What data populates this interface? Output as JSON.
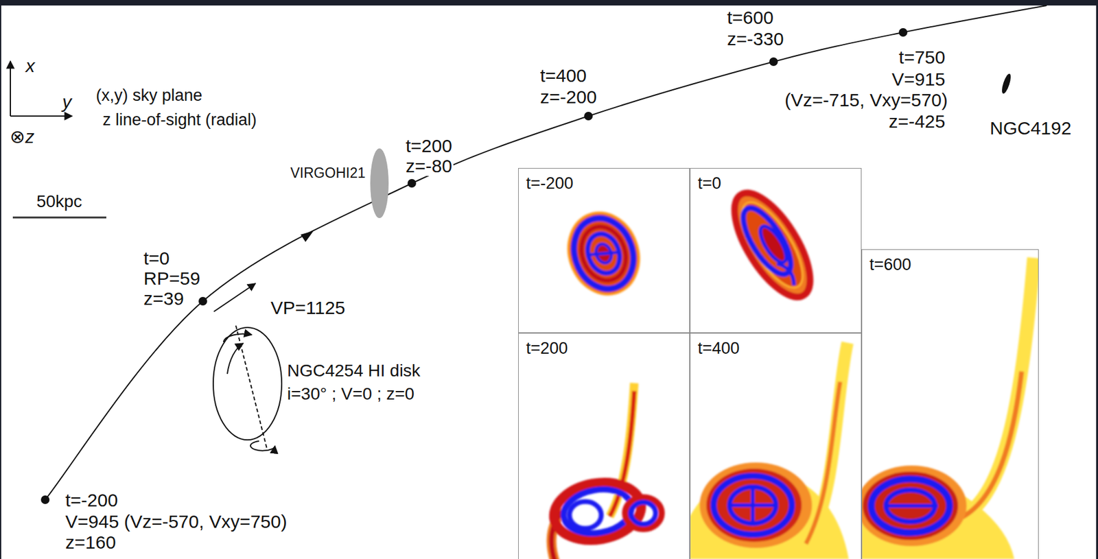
{
  "diagram": {
    "nodes": [
      {
        "text": [
          "t=-200"
        ]
      },
      {
        "text": [
          "t=0"
        ]
      },
      {
        "text": [
          "t=200"
        ]
      },
      {
        "text": [
          "t=400"
        ]
      },
      {
        "text": [
          "t=600"
        ]
      }
    ],
    "labels": [
      "x",
      "y",
      "⊗z",
      "(x,y) sky plane",
      "z line-of-sight (radial)",
      "50kpc",
      "t=-200",
      "V=945 (Vz=-570, Vxy=750)",
      "z=160",
      "t=0",
      "RP=59",
      "z=39",
      "VP=1125",
      "NGC4254 HI disk",
      "i=30° ; V=0 ; z=0",
      "VIRGOHI21",
      "t=200",
      "z=-80",
      "t=400",
      "z=-200",
      "t=600",
      "z=-330",
      "t=750",
      "V=915",
      "(Vz=-715, Vxy=570)",
      "z=-425",
      "NGC4192"
    ]
  }
}
